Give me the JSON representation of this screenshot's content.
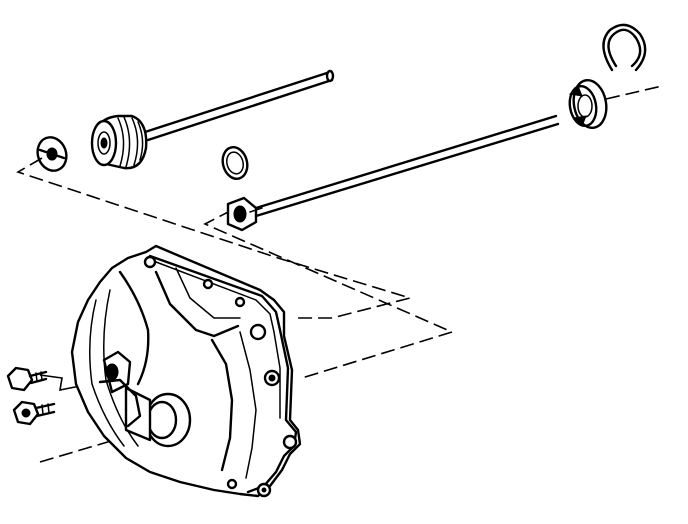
{
  "diagram": {
    "kind": "exploded-parts-illustration",
    "background": "#ffffff",
    "ink": "#000000",
    "parts": [
      "retaining-ring",
      "piston-assembly-with-rod",
      "snap-ring",
      "seal-washer",
      "nut",
      "long-rod",
      "servo-cup",
      "large-snap-ring",
      "transmission-case",
      "bolt-upper",
      "bolt-lower"
    ]
  }
}
